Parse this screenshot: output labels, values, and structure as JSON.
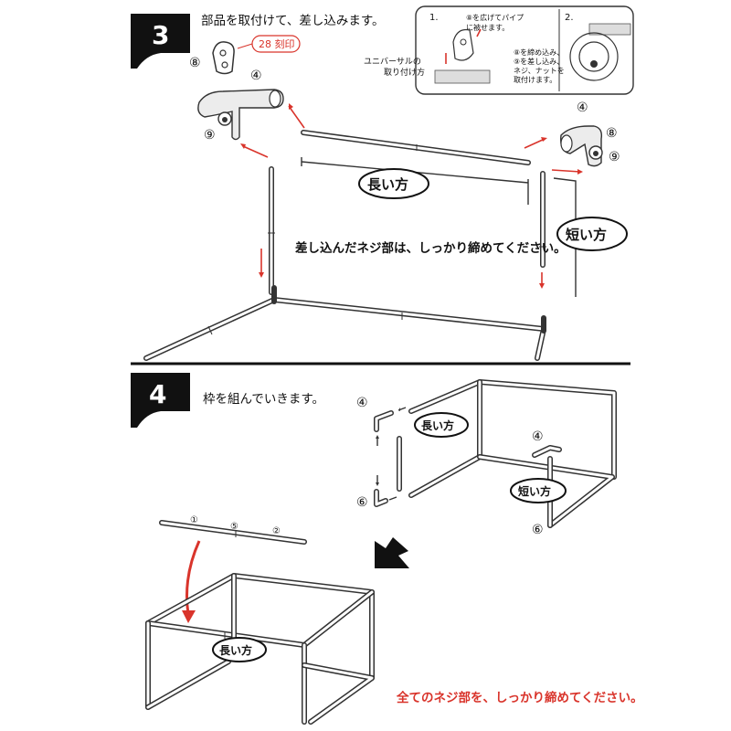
{
  "step3": {
    "number": "3",
    "instruction": "部品を取付けて、差し込みます。",
    "parts": {
      "p8": "⑧",
      "p4": "④",
      "p9": "⑨",
      "stamp": "28 刻印"
    },
    "right_parts": {
      "p4": "④",
      "p8": "⑧",
      "p9": "⑨"
    },
    "long_label": "長い方",
    "short_label": "短い方",
    "note": "差し込んだネジ部は、しっかり締めてください。",
    "inset": {
      "caption_line1": "ユニバーサルの",
      "caption_line2": "取り付け方",
      "panel1_num": "1.",
      "panel1_text1": "⑧を広げてパイプ",
      "panel1_text2": "に被せます。",
      "panel2_num": "2.",
      "panel2_text1": "⑧を締め込み、",
      "panel2_text2": "⑨を差し込み、",
      "panel2_text3": "ネジ、ナットを",
      "panel2_text4": "取付けます。"
    }
  },
  "step4": {
    "number": "4",
    "instruction": "枠を組んでいきます。",
    "p4_left": "④",
    "p6_left": "⑥",
    "p4_right": "④",
    "p6_right": "⑥",
    "long_label": "長い方",
    "short_label": "短い方",
    "rod_marks": [
      "①",
      "⑤",
      "②"
    ],
    "bottom_long_label": "長い方",
    "final_note": "全てのネジ部を、しっかり締めてください。"
  },
  "colors": {
    "accent_red": "#d9342b",
    "ink": "#222222"
  }
}
